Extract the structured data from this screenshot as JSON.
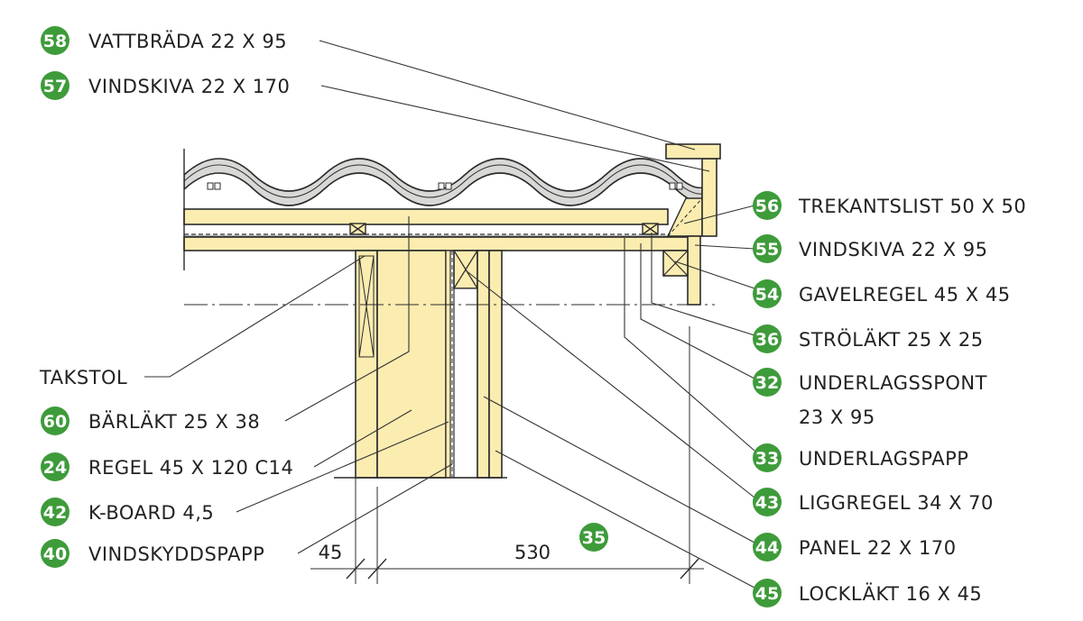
{
  "colors": {
    "wood": "#fbecb0",
    "wood_stroke": "#2b2b2b",
    "tile": "#d8d8d6",
    "badge": "#3e9b3a",
    "badge_text": "#ffffff",
    "label_text": "#222222",
    "leader": "#333333"
  },
  "labels_left": [
    {
      "id": "58",
      "text": "VATTBRÄDA 22 X 95"
    },
    {
      "id": "57",
      "text": "VINDSKIVA 22 X 170"
    },
    {
      "id": "",
      "text": "TAKSTOL"
    },
    {
      "id": "60",
      "text": "BÄRLÄKT 25 X 38"
    },
    {
      "id": "24",
      "text": "REGEL 45 X 120 C14"
    },
    {
      "id": "42",
      "text": "K-BOARD 4,5"
    },
    {
      "id": "40",
      "text": "VINDSKYDDSPAPP"
    }
  ],
  "labels_right": [
    {
      "id": "56",
      "text": "TREKANTSLIST 50 X 50"
    },
    {
      "id": "55",
      "text": "VINDSKIVA 22 X 95"
    },
    {
      "id": "54",
      "text": "GAVELREGEL 45 X 45"
    },
    {
      "id": "36",
      "text": "STRÖLÄKT 25 X 25"
    },
    {
      "id": "32",
      "text": "UNDERLAGSSPONT",
      "text2": "23 X 95"
    },
    {
      "id": "33",
      "text": "UNDERLAGSPAPP"
    },
    {
      "id": "43",
      "text": "LIGGREGEL 34 X 70"
    },
    {
      "id": "44",
      "text": "PANEL 22 X 170"
    },
    {
      "id": "45",
      "text": "LOCKLÄKT 16 X 45"
    }
  ],
  "marker_center": {
    "id": "35"
  },
  "dimensions": {
    "left": "45",
    "right": "530"
  }
}
